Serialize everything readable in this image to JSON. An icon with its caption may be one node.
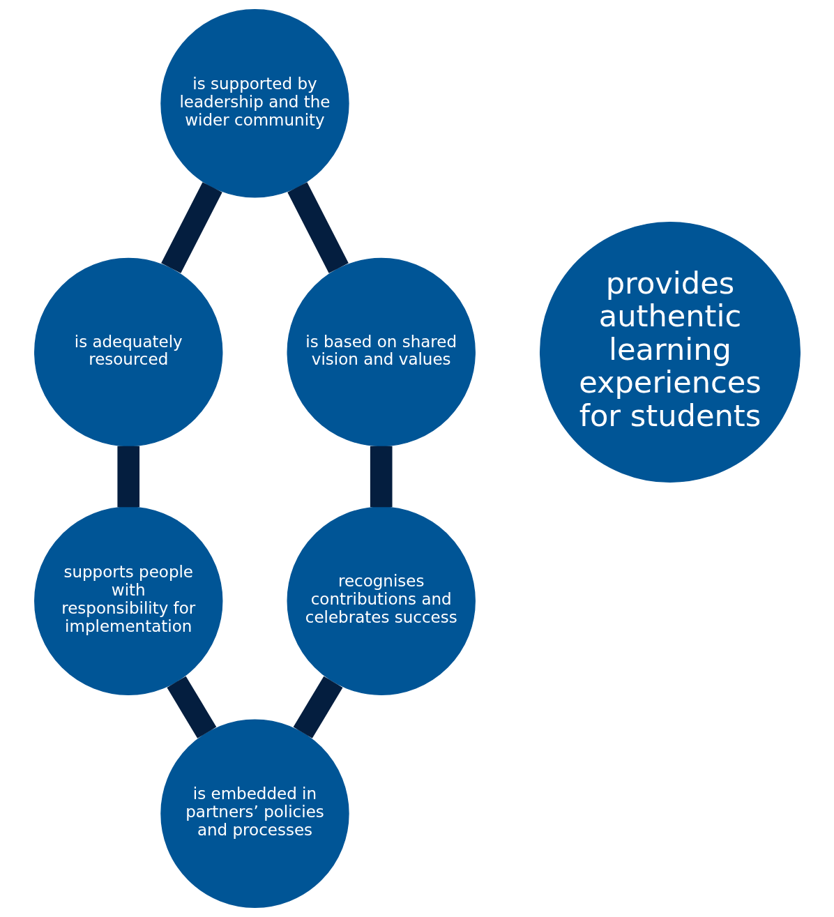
{
  "diagram": {
    "nodes": [
      {
        "text": [
          "is supported by leadership and the wider community"
        ]
      },
      {
        "text": [
          "is based on shared vision and values"
        ]
      },
      {
        "text": [
          "recognises contributions and celebrates success"
        ]
      },
      {
        "text": [
          "is embedded in partners’ policies and processes"
        ]
      },
      {
        "text": [
          "supports people with responsibility for implementation"
        ]
      },
      {
        "text": [
          "is adequately resourced"
        ]
      },
      {
        "text": [
          "provides authentic learning experiences for students"
        ]
      }
    ],
    "edges": [
      {
        "from": 0,
        "to": 1,
        "arrow": "none"
      },
      {
        "from": 1,
        "to": 2,
        "arrow": "none"
      },
      {
        "from": 2,
        "to": 3,
        "arrow": "none"
      },
      {
        "from": 0,
        "to": 5,
        "arrow": "none"
      },
      {
        "from": 5,
        "to": 4,
        "arrow": "none"
      },
      {
        "from": 4,
        "to": 3,
        "arrow": "none"
      }
    ]
  }
}
